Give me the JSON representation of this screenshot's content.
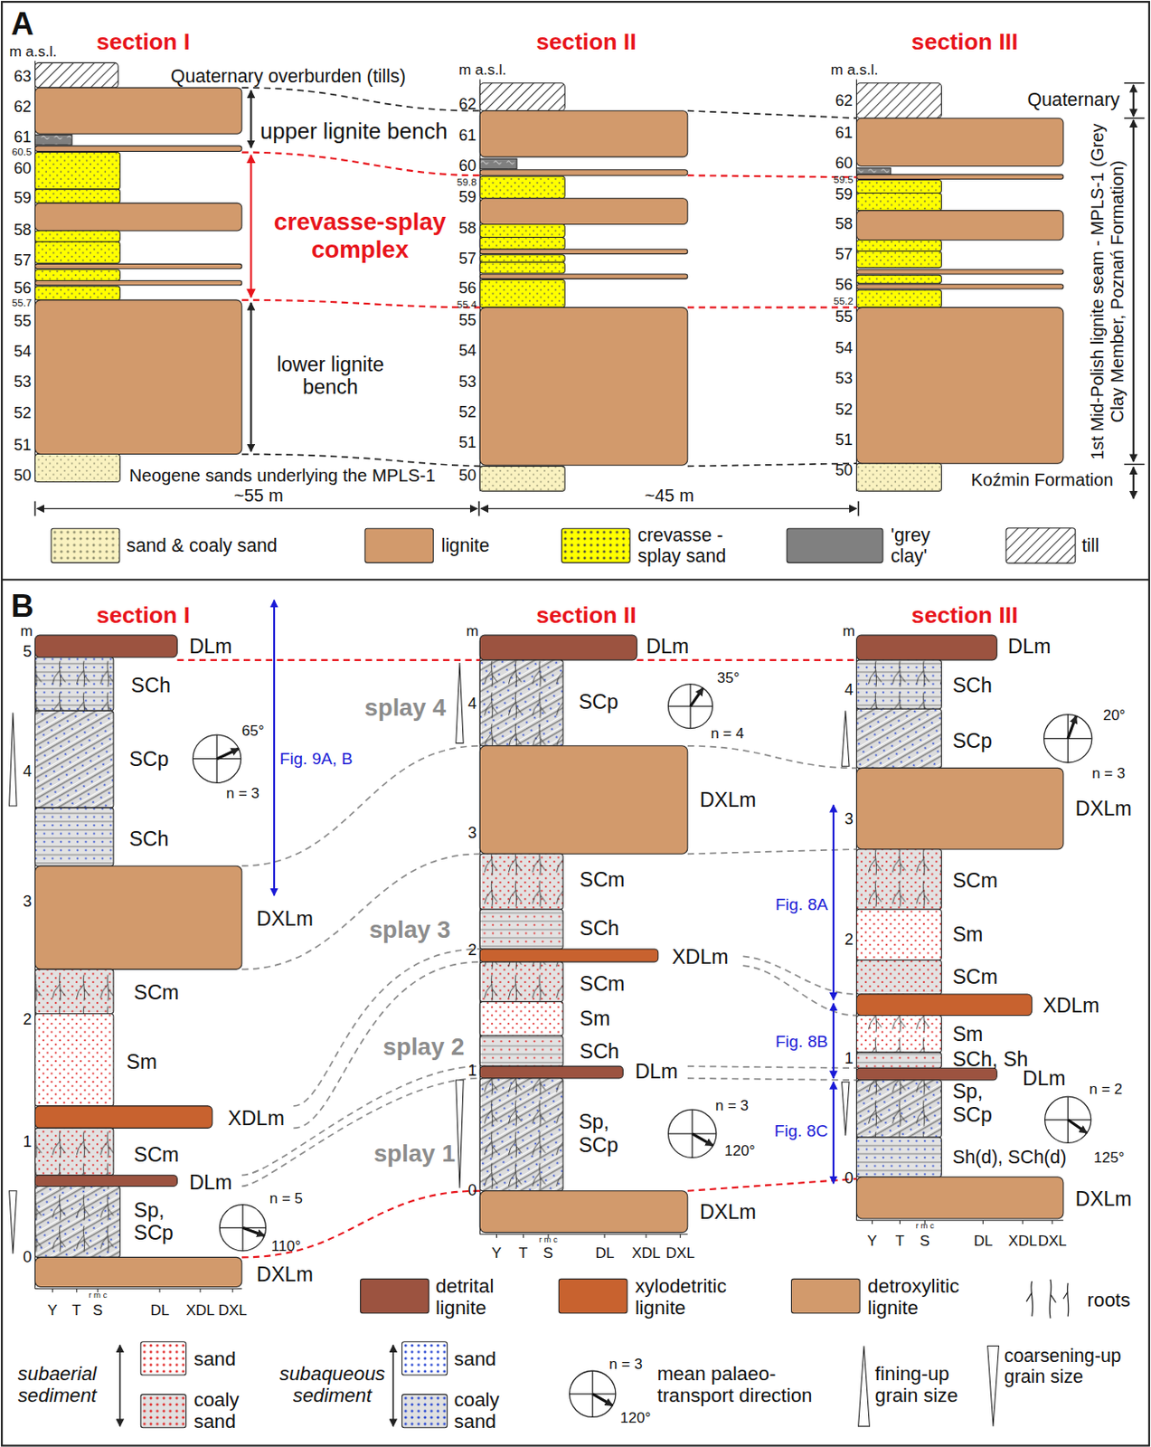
{
  "diagram": {
    "labels": [
      "A",
      "section I",
      "section II",
      "section III",
      "m a.s.l.",
      "63",
      "62",
      "61",
      "60.5",
      "60",
      "59",
      "58",
      "57",
      "56",
      "55.7",
      "55",
      "54",
      "53",
      "52",
      "51",
      "50",
      "Quaternary overburden (tills)",
      "upper lignite bench",
      "crevasse-splay complex",
      "lower lignite bench",
      "Neogene sands underlying the MPLS-1",
      "~55 m",
      "m a.s.l.",
      "62",
      "61",
      "60",
      "59.8",
      "59",
      "58",
      "57",
      "56",
      "55.4",
      "55",
      "54",
      "53",
      "52",
      "51",
      "50",
      "~45 m",
      "m a.s.l.",
      "62",
      "61",
      "60",
      "59.5",
      "59",
      "58",
      "57",
      "56",
      "55.2",
      "55",
      "54",
      "53",
      "52",
      "51",
      "50",
      "Quaternary",
      "1st Mid-Polish lignite seam - MPLS-1 (Grey Clay Member, Poznań Formation)",
      "Koźmin Formation",
      "B",
      "section I",
      "section II",
      "section III",
      "m",
      "5",
      "4",
      "3",
      "2",
      "1",
      "0",
      "DLm",
      "SCh",
      "SCp",
      "65°",
      "n = 3",
      "Fig. 9A, B",
      "SCh",
      "DXLm",
      "SCm",
      "Sm",
      "XDLm",
      "SCm",
      "DLm",
      "Sp, SCp",
      "n = 5",
      "110°",
      "DXLm",
      "Y",
      "T",
      "r m c",
      "S",
      "DL",
      "XDL",
      "DXL",
      "splay 4",
      "splay 3",
      "splay 2",
      "splay 1",
      "m",
      "4",
      "3",
      "2",
      "1",
      "0",
      "DLm",
      "SCp",
      "35°",
      "n = 4",
      "DXLm",
      "SCm",
      "SCh",
      "XDLm",
      "SCm",
      "Sm",
      "SCh",
      "DLm",
      "Sp, SCp",
      "n = 3",
      "120°",
      "DXLm",
      "Y",
      "T",
      "r m c",
      "S",
      "DL",
      "XDL",
      "DXL",
      "m",
      "4",
      "3",
      "2",
      "1",
      "0",
      "DLm",
      "SCh",
      "20°",
      "SCp",
      "n = 3",
      "DXLm",
      "Fig. 8A",
      "SCm",
      "Sm",
      "SCm",
      "XDLm",
      "Fig. 8B",
      "Sm",
      "SCh, Sh",
      "DLm",
      "Sp, SCp",
      "n = 2",
      "Fig. 8C",
      "125°",
      "Sh(d), SCh(d)",
      "DXLm",
      "Y",
      "T",
      "r m c",
      "S",
      "DL",
      "XDL",
      "DXL",
      "subaerial sediment",
      "subaqueous sediment",
      "n = 3",
      "120°"
    ],
    "legend": [
      {
        "text": "sand & coaly sand",
        "color": "#faf2c0"
      },
      {
        "text": "lignite",
        "color": "#d29a6c"
      },
      {
        "text": "crevasse -splay sand",
        "color": "#ffff00"
      },
      {
        "text": "'grey clay'",
        "color": "#808080"
      },
      {
        "text": "till"
      },
      {
        "text": "detrital lignite",
        "color": "#9c5340"
      },
      {
        "text": "xylodetritic lignite",
        "color": "#c8622f"
      },
      {
        "text": "detroxylitic lignite",
        "color": "#d29a6c"
      },
      {
        "text": "roots"
      },
      {
        "text": "sand",
        "color": "#ffffff"
      },
      {
        "text": "coaly sand",
        "color": "#e0e0e0"
      },
      {
        "text": "sand",
        "color": "#ffffff"
      },
      {
        "text": "coaly sand",
        "color": "#e0e0e0"
      },
      {
        "text": "mean palaeo- transport direction"
      },
      {
        "text": "fining-up grain size"
      },
      {
        "text": "coarsening-up grain size"
      }
    ]
  }
}
